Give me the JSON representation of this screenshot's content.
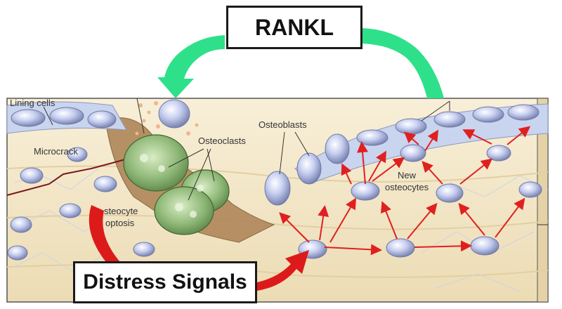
{
  "title_box": {
    "label": "RANKL"
  },
  "bottom_box": {
    "label": "Distress Signals"
  },
  "illustration": {
    "labels": {
      "lining_cells": "Lining cells",
      "microcrack": "Microcrack",
      "osteoclasts": "Osteoclasts",
      "osteoblasts": "Osteoblasts",
      "osteocyte_apoptosis_line1": "steocyte",
      "osteocyte_apoptosis_line2": "optosis",
      "new_osteocytes_line1": "New",
      "new_osteocytes_line2": "osteocytes"
    }
  },
  "colors": {
    "rankl_arrow": "#2fe08a",
    "distress_arrow": "#dd1a1a",
    "signal_arrows": "#e02020",
    "bone_matrix": "#f3e6c6",
    "osteoclast": "#8fb878",
    "cell": "#b9c3e6",
    "lining": "#c9d4ee"
  }
}
